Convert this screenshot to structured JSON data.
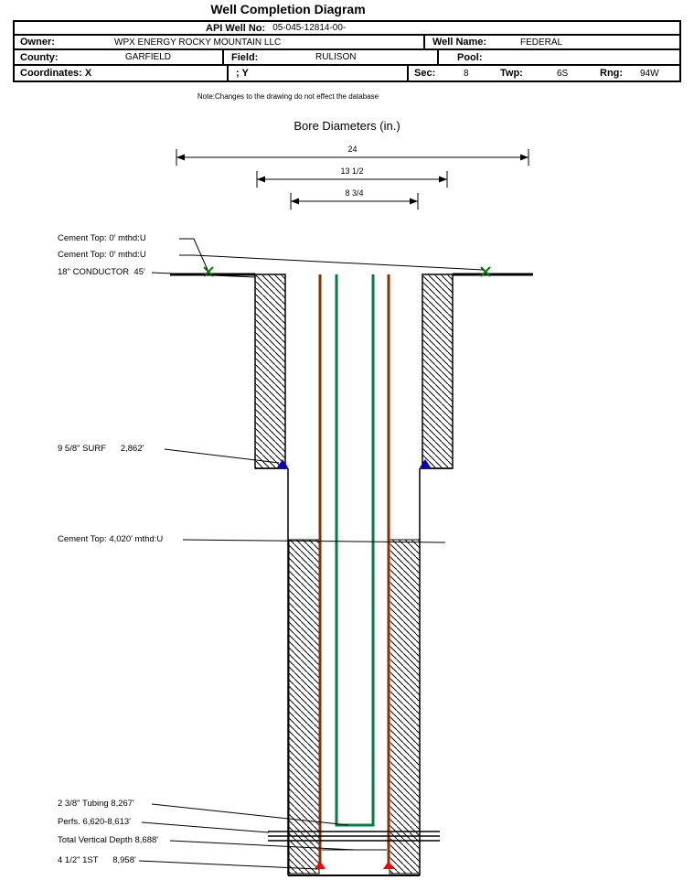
{
  "title": "Well Completion Diagram",
  "header": {
    "api": {
      "label": "API Well No:",
      "value": "05-045-12814-00-"
    },
    "owner": {
      "label": "Owner:",
      "value": "WPX ENERGY ROCKY MOUNTAIN LLC"
    },
    "well_name": {
      "label": "Well Name:",
      "value": "FEDERAL"
    },
    "county": {
      "label": "County:",
      "value": "GARFIELD"
    },
    "field": {
      "label": "Field:",
      "value": "RULISON"
    },
    "pool": {
      "label": "Pool:",
      "value": ""
    },
    "coordinates": {
      "label": "Coordinates: X",
      "y_label": "; Y"
    },
    "sec": {
      "label": "Sec:",
      "value": "8"
    },
    "twp": {
      "label": "Twp:",
      "value": "6S"
    },
    "rng": {
      "label": "Rng:",
      "value": "94W"
    },
    "note": "Note:Changes to the drawing do not effect the database"
  },
  "diagram": {
    "title": "Bore Diameters (in.)",
    "bore_diameters": [
      "24",
      "13 1/2",
      "8 3/4"
    ],
    "annotations": [
      "Cement Top: 0' mthd:U",
      "Cement Top: 0' mthd:U",
      "18\" CONDUCTOR  45'",
      "9 5/8\" SURF      2,862'",
      "Cement Top: 4,020' mthd:U",
      "2 3/8\" Tubing 8,267'",
      "Perfs. 6,620-8,613'",
      "Total Vertical Depth 8,688'",
      "4 1/2\" 1ST      8,958'"
    ],
    "colors": {
      "tubing_green": "#008040",
      "casing_brown": "#8B3200",
      "shoe_red": "#FF0000",
      "conductor_blue": "#0000CC",
      "surface_green": "#008000"
    }
  }
}
